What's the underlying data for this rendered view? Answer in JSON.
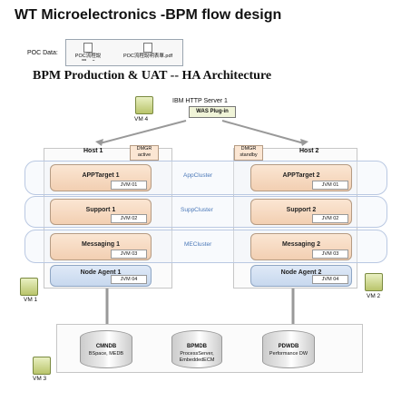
{
  "header": {
    "title": "WT Microelectronics -BPM flow design",
    "poc_label": "POC Data:",
    "attachments": [
      {
        "label": "POC流程說明.pdf"
      },
      {
        "label": "POC流程說明表單.pdf"
      }
    ]
  },
  "diagram": {
    "title": "BPM Production & UAT -- HA Architecture",
    "http_server": {
      "label": "IBM HTTP Server 1",
      "plugin": "WAS Plug-in",
      "vm": "VM 4"
    },
    "hosts": [
      {
        "label": "Host 1",
        "dmgr": {
          "label": "DMGR",
          "state": "active"
        },
        "vm": "VM 1",
        "components": [
          {
            "name": "APPTarget 1",
            "jvm": "JVM 01"
          },
          {
            "name": "Support 1",
            "jvm": "JVM 02"
          },
          {
            "name": "Messaging 1",
            "jvm": "JVM 03"
          },
          {
            "name": "Node Agent 1",
            "jvm": "JVM 04"
          }
        ]
      },
      {
        "label": "Host 2",
        "dmgr": {
          "label": "DMGR",
          "state": "standby"
        },
        "vm": "VM 2",
        "components": [
          {
            "name": "APPTarget 2",
            "jvm": "JVM 01"
          },
          {
            "name": "Support 2",
            "jvm": "JVM 02"
          },
          {
            "name": "Messaging 2",
            "jvm": "JVM 03"
          },
          {
            "name": "Node Agent 2",
            "jvm": "JVM 04"
          }
        ]
      }
    ],
    "clusters": [
      "AppCluster",
      "SuppCluster",
      "MECluster"
    ],
    "databases": [
      {
        "name": "CMNDB",
        "detail": "BSpace, MEDB"
      },
      {
        "name": "BPMDB",
        "detail": "ProcessServer, EmbeddedECM"
      },
      {
        "name": "PDWDB",
        "detail": "Performance DW"
      }
    ],
    "db_vm": "VM 3"
  }
}
